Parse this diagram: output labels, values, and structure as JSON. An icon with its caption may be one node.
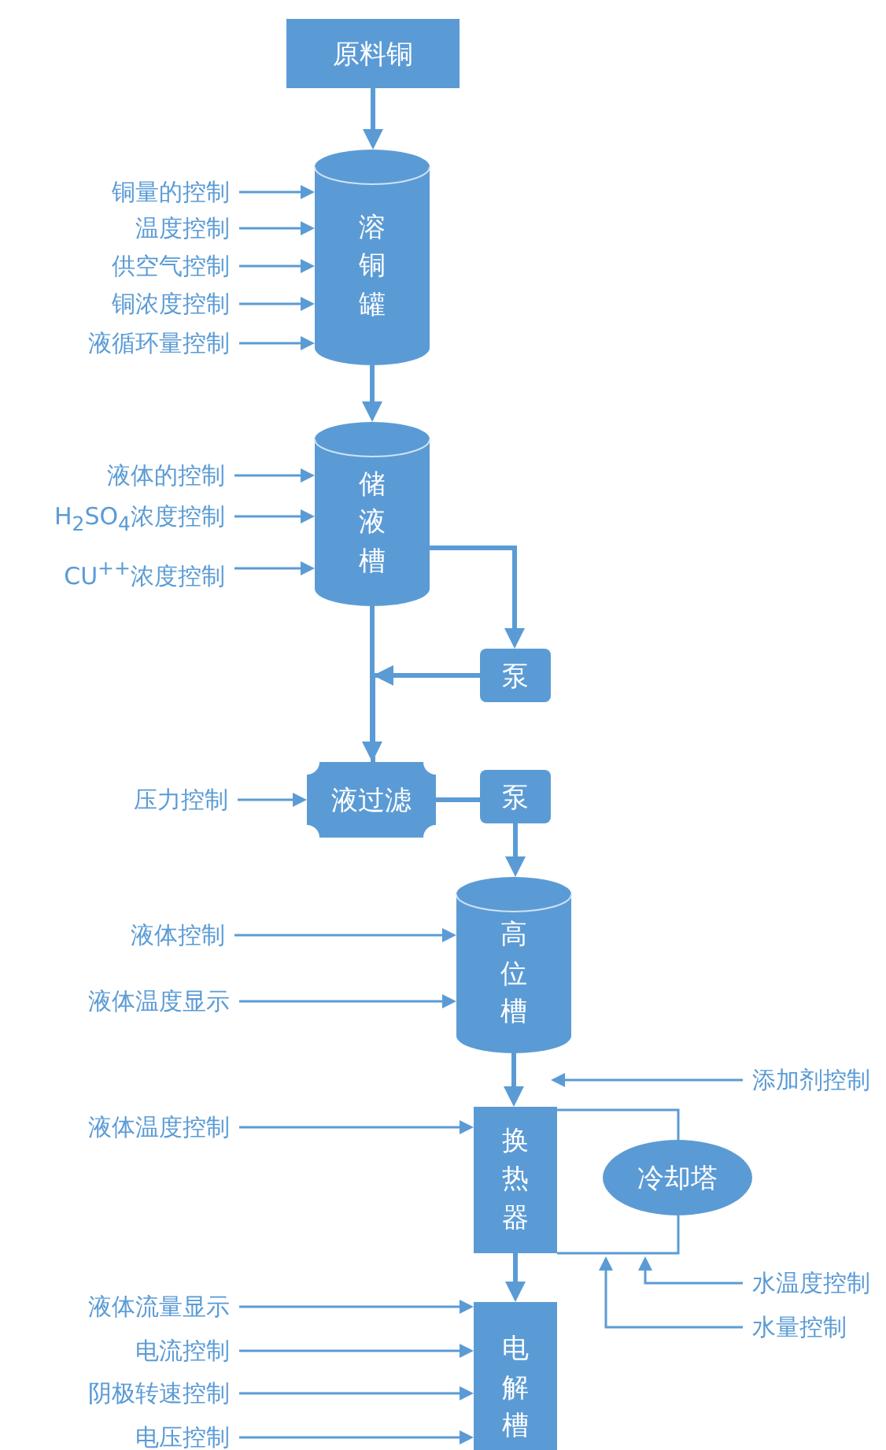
{
  "diagram": {
    "nodes": [
      {
        "text": [
          "原料铜"
        ]
      },
      {
        "text": [
          "铜量的控制"
        ]
      },
      {
        "text": [
          "温度控制"
        ]
      },
      {
        "text": [
          "供空气控制"
        ]
      },
      {
        "text": [
          "铜浓度控制"
        ]
      },
      {
        "text": [
          "液循环量控制"
        ]
      },
      {
        "text": [
          "溶铜罐"
        ]
      },
      {
        "text": [
          "液体的控制"
        ]
      },
      {
        "text": [
          "H$_{2}$SO$_{4}$浓度控制"
        ]
      },
      {
        "text": [
          "CU$^{++}$浓度控制"
        ]
      },
      {
        "text": [
          "储液槽"
        ]
      },
      {
        "text": [
          "泵"
        ]
      },
      {
        "text": [
          "压力控制"
        ]
      },
      {
        "text": [
          "液过滤"
        ]
      },
      {
        "text": [
          "泵"
        ]
      },
      {
        "text": [
          "液体控制"
        ]
      },
      {
        "text": [
          "液体温度显示"
        ]
      },
      {
        "text": [
          "高位槽"
        ]
      },
      {
        "text": [
          "添加剂控制"
        ]
      },
      {
        "text": [
          "液体温度控制"
        ]
      },
      {
        "text": [
          "换热器"
        ]
      },
      {
        "text": [
          "冷却塔"
        ]
      },
      {
        "text": [
          "水温度控制"
        ]
      },
      {
        "text": [
          "水量控制"
        ]
      },
      {
        "text": [
          "液体流量显示"
        ]
      },
      {
        "text": [
          "电流控制"
        ]
      },
      {
        "text": [
          "阴极转速控制"
        ]
      },
      {
        "text": [
          "电压控制"
        ]
      },
      {
        "text": [
          "电解槽"
        ]
      }
    ],
    "edges": [
      {
        "from": 0,
        "to": 6,
        "arrow": "to",
        "style": "thick"
      },
      {
        "from": 1,
        "to": 6,
        "arrow": "to"
      },
      {
        "from": 2,
        "to": 6,
        "arrow": "to"
      },
      {
        "from": 3,
        "to": 6,
        "arrow": "to"
      },
      {
        "from": 4,
        "to": 6,
        "arrow": "to"
      },
      {
        "from": 5,
        "to": 6,
        "arrow": "to"
      },
      {
        "from": 6,
        "to": 10,
        "arrow": "to",
        "style": "thick"
      },
      {
        "from": 7,
        "to": 10,
        "arrow": "to"
      },
      {
        "from": 8,
        "to": 10,
        "arrow": "to"
      },
      {
        "from": 9,
        "to": 10,
        "arrow": "to"
      },
      {
        "from": 10,
        "to": 11,
        "arrow": "to",
        "style": "thick"
      },
      {
        "from": 10,
        "to": 13,
        "arrow": "to",
        "style": "thick"
      },
      {
        "from": 11,
        "to": 13,
        "arrow": "to",
        "style": "thick"
      },
      {
        "from": 12,
        "to": 13,
        "arrow": "to"
      },
      {
        "from": 13,
        "to": 14,
        "arrow": "none",
        "style": "thick"
      },
      {
        "from": 14,
        "to": 17,
        "arrow": "to",
        "style": "thick"
      },
      {
        "from": 15,
        "to": 17,
        "arrow": "to"
      },
      {
        "from": 16,
        "to": 17,
        "arrow": "to"
      },
      {
        "from": 17,
        "to": 20,
        "arrow": "to",
        "style": "thick"
      },
      {
        "from": 18,
        "to": null,
        "arrow": "to"
      },
      {
        "from": 19,
        "to": 20,
        "arrow": "to"
      },
      {
        "from": 20,
        "to": 21,
        "arrow": "none"
      },
      {
        "from": 21,
        "to": 20,
        "arrow": "none"
      },
      {
        "from": 22,
        "to": null,
        "arrow": "to"
      },
      {
        "from": 23,
        "to": null,
        "arrow": "to"
      },
      {
        "from": 20,
        "to": 28,
        "arrow": "to",
        "style": "thick"
      },
      {
        "from": 24,
        "to": 28,
        "arrow": "to"
      },
      {
        "from": 25,
        "to": 28,
        "arrow": "to"
      },
      {
        "from": 26,
        "to": 28,
        "arrow": "to"
      },
      {
        "from": 27,
        "to": 28,
        "arrow": "to"
      }
    ]
  }
}
